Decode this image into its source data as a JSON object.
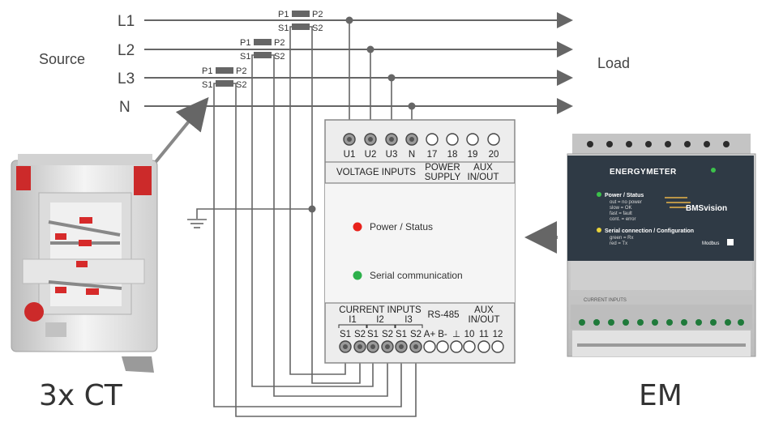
{
  "lines": [
    "L1",
    "L2",
    "L3",
    "N"
  ],
  "side_labels": {
    "source": "Source",
    "load": "Load"
  },
  "ct_terminals": {
    "p1": "P1",
    "p2": "P2",
    "s1": "S1",
    "s2": "S2"
  },
  "em_block": {
    "top_terminals": [
      "U1",
      "U2",
      "U3",
      "N",
      "17",
      "18",
      "19",
      "20"
    ],
    "voltage_inputs": "VOLTAGE INPUTS",
    "power_supply": [
      "POWER",
      "SUPPLY"
    ],
    "aux_top": [
      "AUX",
      "IN/OUT"
    ],
    "led_power": "Power / Status",
    "led_serial": "Serial communication",
    "current_inputs": "CURRENT INPUTS",
    "current_groups": [
      "I1",
      "I2",
      "I3"
    ],
    "rs485": "RS-485",
    "aux_bottom": [
      "AUX",
      "IN/OUT"
    ],
    "bottom_terminals": [
      "S1",
      "S2",
      "S1",
      "S2",
      "S1",
      "S2",
      "A+",
      "B-",
      "⊥",
      "10",
      "11",
      "12"
    ]
  },
  "device": {
    "brand": "ENERGYMETER",
    "power_status_title": "Power / Status",
    "power_status_lines": [
      "out = no power",
      "slow = OK",
      "fast = fault",
      "cont. = error"
    ],
    "serial_title": "Serial connection / Configuration",
    "serial_lines": [
      "green = Rx",
      "red = Tx"
    ],
    "logo": "BMSvision",
    "modbus": "Modbus",
    "current_inputs_small": "CURRENT INPUTS"
  },
  "captions": {
    "ct": "3x CT",
    "em": "EM"
  },
  "colors": {
    "led_red": "#e8221b",
    "led_green": "#2db04b",
    "wire": "#666666",
    "box_fill": "#ededed"
  }
}
